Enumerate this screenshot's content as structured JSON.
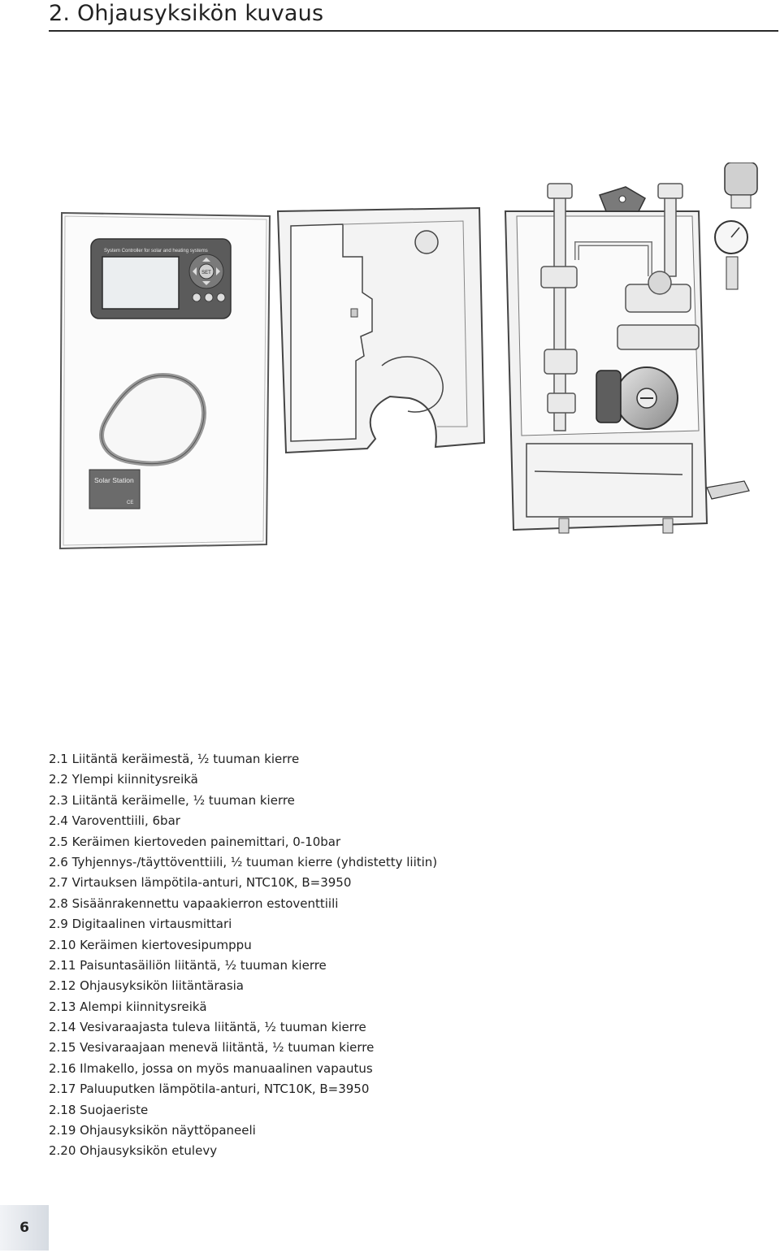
{
  "header": {
    "title": "2. Ohjausyksikön kuvaus"
  },
  "illustration": {
    "controller_label": "System Controller for solar and heating systems",
    "set_button_label": "SET",
    "brand_label": "Solar Station",
    "ce_mark": "CE"
  },
  "parts_list": [
    "2.1 Liitäntä keräimestä, ½ tuuman kierre",
    "2.2 Ylempi kiinnitysreikä",
    "2.3 Liitäntä keräimelle, ½ tuuman kierre",
    "2.4 Varoventtiili, 6bar",
    "2.5 Keräimen kiertoveden painemittari, 0-10bar",
    "2.6 Tyhjennys-/täyttöventtiili, ½ tuuman kierre (yhdistetty liitin)",
    "2.7 Virtauksen lämpötila-anturi, NTC10K, B=3950",
    "2.8 Sisäänrakennettu vapaakierron estoventtiili",
    "2.9 Digitaalinen virtausmittari",
    "2.10 Keräimen kiertovesipumppu",
    "2.11 Paisuntasäiliön liitäntä, ½ tuuman kierre",
    "2.12 Ohjausyksikön liitäntärasia",
    "2.13 Alempi kiinnitysreikä",
    "2.14 Vesivaraajasta tuleva liitäntä, ½ tuuman kierre",
    "2.15 Vesivaraajaan menevä liitäntä, ½ tuuman kierre",
    "2.16 Ilmakello, jossa on myös manuaalinen vapautus",
    "2.17 Paluuputken lämpötila-anturi, NTC10K, B=3950",
    "2.18 Suojaeriste",
    "2.19 Ohjausyksikön näyttöpaneeli",
    "2.20 Ohjausyksikön etulevy"
  ],
  "footer": {
    "page_number": "6"
  }
}
